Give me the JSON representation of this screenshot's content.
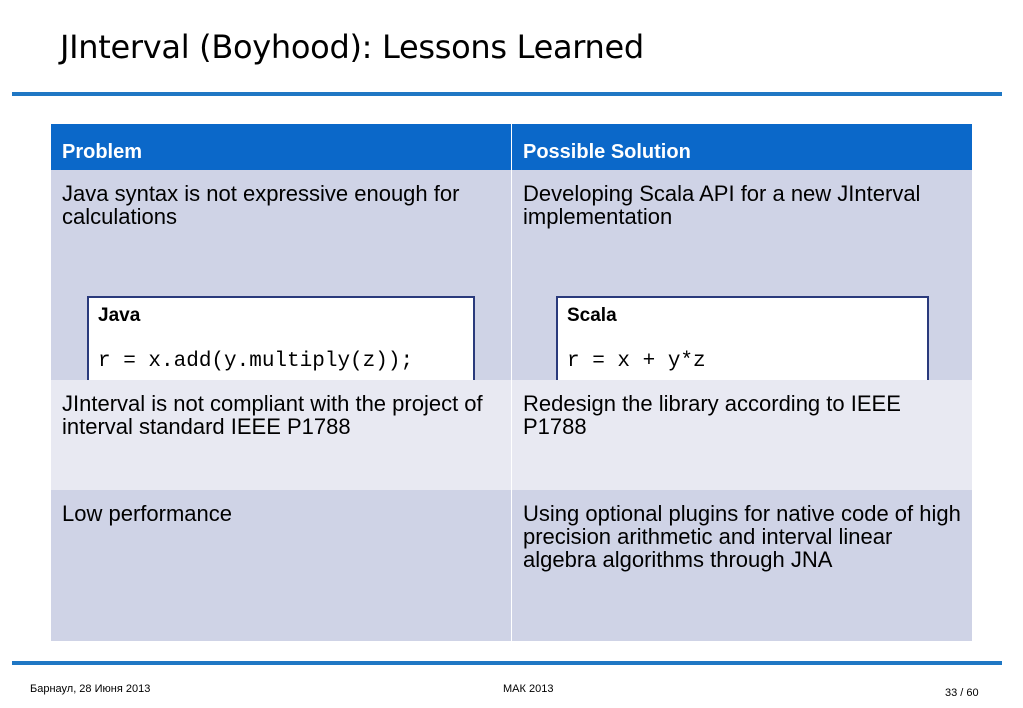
{
  "slide": {
    "title": "JInterval (Boyhood): Lessons Learned"
  },
  "table": {
    "headers": [
      "Problem",
      "Possible Solution"
    ],
    "rows": [
      {
        "problem": "Java syntax is not expressive enough for  calculations",
        "solution": "Developing Scala API for a new JInterval implementation",
        "java_box": {
          "label": "Java",
          "code": "r = x.add(y.multiply(z));"
        },
        "scala_box": {
          "label": "Scala",
          "code": "r = x + y*z"
        }
      },
      {
        "problem": "JInterval is not compliant with the project of interval standard IEEE P1788",
        "solution": "Redesign the library according to IEEE P1788"
      },
      {
        "problem": "Low performance",
        "solution": "Using optional plugins for native code of high precision arithmetic and interval linear algebra algorithms through JNA"
      }
    ]
  },
  "footer": {
    "left": "Барнаул, 28 Июня 2013",
    "center": "МАК 2013",
    "page": "33 / 60"
  },
  "colors": {
    "accent_rule": "#1f77c4",
    "header_bg": "#0b68c9",
    "row_dark": "#cfd3e6",
    "row_light": "#e8e9f2",
    "code_border": "#2a3a7c"
  }
}
